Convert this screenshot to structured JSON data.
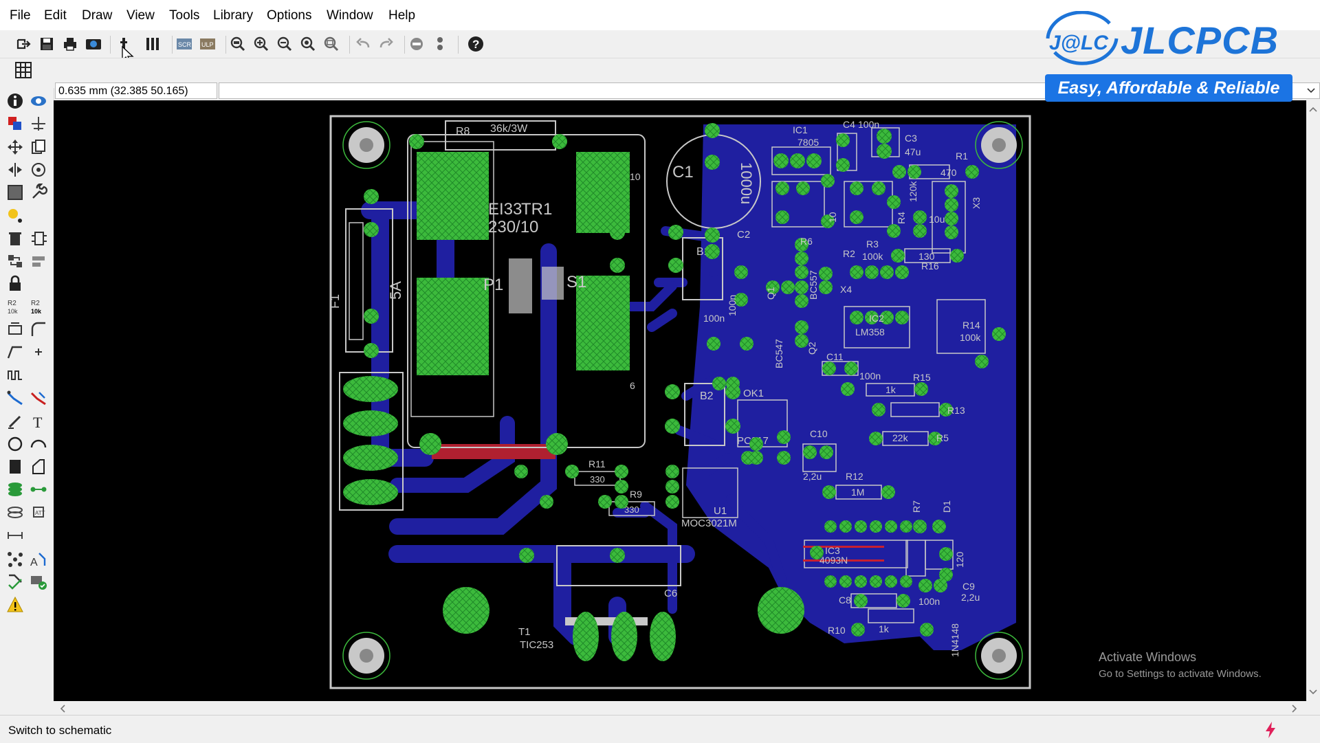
{
  "menu": [
    "File",
    "Edit",
    "Draw",
    "View",
    "Tools",
    "Library",
    "Options",
    "Window",
    "Help"
  ],
  "coord_readout": "0.635 mm (32.385 50.165)",
  "status": "Switch to schematic",
  "logo": {
    "brand": "JLCPCB",
    "badge": "J@LC",
    "tagline": "Easy, Affordable & Reliable"
  },
  "watermark": {
    "line1": "Activate Windows",
    "line2": "Go to Settings to activate Windows."
  },
  "colors": {
    "board_bg": "#000000",
    "copper": "#1f1fa0",
    "pad": "#3cba3c",
    "outline": "#c8c8c8",
    "brand": "#1d74d8"
  },
  "pcb_labels": {
    "r8": "R8",
    "r8_val": "36k/3W",
    "c1": "C1",
    "c1_val": "1000u",
    "ei33": "EI33",
    "tr1": "TR1",
    "tr1_val": "230/10",
    "p1": "P1",
    "s1": "S1",
    "f1": "F1",
    "f1_val": "5A",
    "b1": "B1",
    "c2": "C2",
    "ic1": "IC1",
    "ic1_val": "7805",
    "c4": "C4",
    "c4_val": "100n",
    "c3": "C3",
    "c3_val": "47u",
    "r1": "R1",
    "r1_val": "470",
    "r6": "R6",
    "r3": "R3",
    "r3_val": "100k",
    "r2": "R2",
    "r4": "R4",
    "r16": "R16",
    "r16_val": "130",
    "x3": "X3",
    "x4": "X4",
    "q1": "Q1",
    "bc557": "BC557",
    "bc547": "BC547",
    "q2": "Q2",
    "c11": "C11",
    "c11_val": "100n",
    "ic2": "IC2",
    "ic2_val": "LM358",
    "r14": "R14",
    "r14_val": "100k",
    "r15": "R15",
    "r15_val": "1k",
    "r13": "R13",
    "r5": "R5",
    "r5_val": "22k",
    "b2": "B2",
    "ok1": "OK1",
    "pc817": "PC817",
    "c10": "C10",
    "c10_val": "2,2u",
    "r11": "R11",
    "r11_val": "330",
    "r9": "R9",
    "r9_val": "330",
    "u1": "U1",
    "moc": "MOC3021M",
    "r12": "R12",
    "r12_val": "1M",
    "r7": "R7",
    "d1": "D1",
    "ic3": "IC3",
    "ic3_val": "4093N",
    "c9": "C9",
    "c9_val": "2,2u",
    "c8": "C8",
    "c8_val": "100n",
    "r10": "R10",
    "r10_val": "1k",
    "c6": "C6",
    "t1": "T1",
    "t1_val": "TIC253",
    "d1_val": "1N4148",
    "c5_val": "100n",
    "c_10u": "10u",
    "r_120k": "120k",
    "r_10": "10",
    "r_120": "120",
    "t10": "10",
    "t6": "6"
  }
}
